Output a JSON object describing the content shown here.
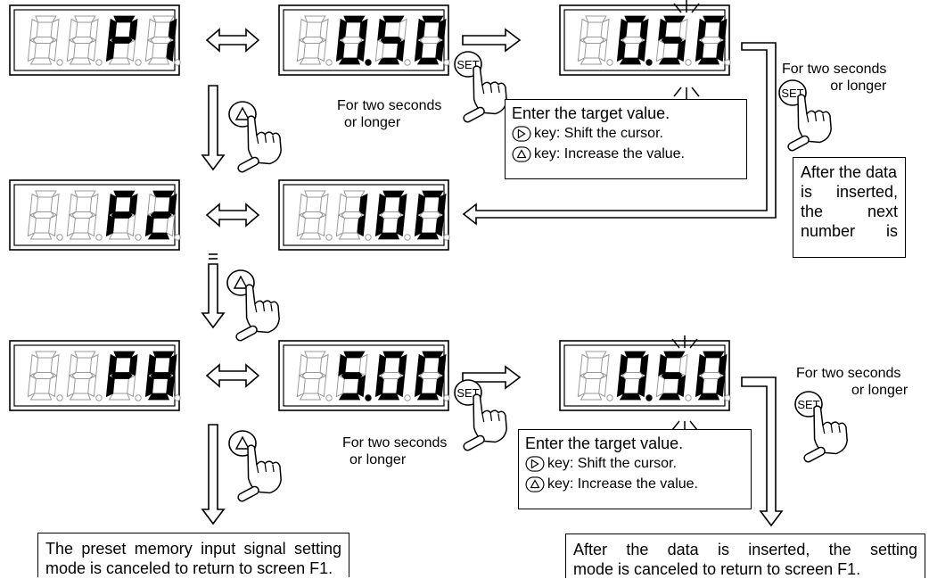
{
  "displays": {
    "p1": "P1",
    "v050a": "0.50",
    "v050b": "0.50",
    "p2": "P2",
    "v100": "100",
    "p8": "P8",
    "v500": "5.00",
    "v050c": "0.50"
  },
  "labels": {
    "two_sec_line1": "For two seconds",
    "two_sec_line2": "or longer",
    "set_key": "SET"
  },
  "instruction": {
    "title": "Enter the target value.",
    "shift": "key: Shift the cursor.",
    "increase": "key: Increase the value."
  },
  "note_right": [
    "After the data",
    "is inserted,",
    "the next",
    "number is"
  ],
  "note_bottom_left": [
    "The preset memory input signal setting",
    "mode is canceled to return to screen F1."
  ],
  "note_bottom_right": [
    "After the data is inserted, the setting",
    "mode is canceled to return to screen F1."
  ]
}
